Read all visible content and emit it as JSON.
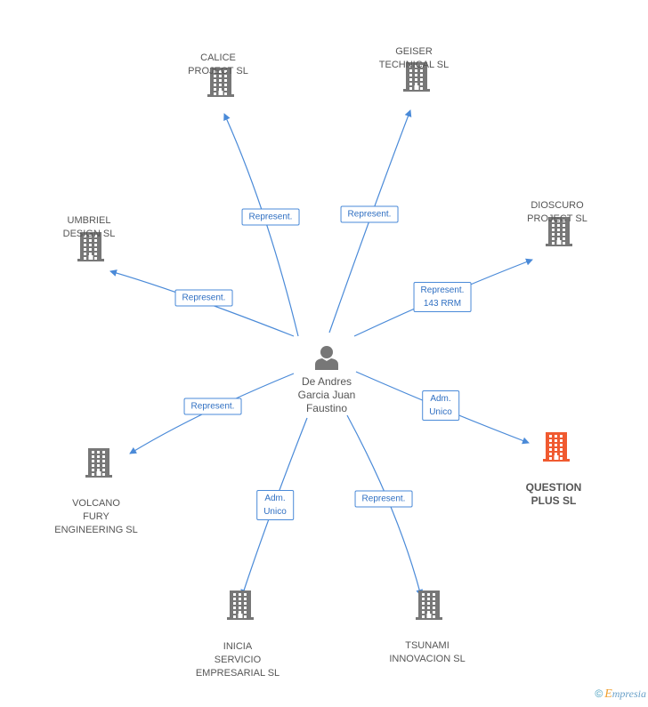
{
  "colors": {
    "edge": "#4a8ad8",
    "building": "#777777",
    "highlight": "#f05a30",
    "person": "#777777"
  },
  "center": {
    "name": "De Andres\nGarcia Juan\nFaustino",
    "icon": "person-icon"
  },
  "companies": [
    {
      "id": "calice",
      "name": "CALICE\nPROJECT SL",
      "icon": "building-icon",
      "highlight": false
    },
    {
      "id": "geiser",
      "name": "GEISER\nTECHNICAL SL",
      "icon": "building-icon",
      "highlight": false
    },
    {
      "id": "dioscuro",
      "name": "DIOSCURO\nPROJECT SL",
      "icon": "building-icon",
      "highlight": false
    },
    {
      "id": "umbriel",
      "name": "UMBRIEL\nDESIGN SL",
      "icon": "building-icon",
      "highlight": false
    },
    {
      "id": "question",
      "name": "QUESTION\nPLUS SL",
      "icon": "building-icon",
      "highlight": true
    },
    {
      "id": "volcano",
      "name": "VOLCANO\nFURY\nENGINEERING SL",
      "icon": "building-icon",
      "highlight": false
    },
    {
      "id": "inicia",
      "name": "INICIA\nSERVICIO\nEMPRESARIAL SL",
      "icon": "building-icon",
      "highlight": false
    },
    {
      "id": "tsunami",
      "name": "TSUNAMI\nINNOVACION SL",
      "icon": "building-icon",
      "highlight": false
    }
  ],
  "relations": [
    {
      "to": "calice",
      "label": "Represent."
    },
    {
      "to": "geiser",
      "label": "Represent."
    },
    {
      "to": "dioscuro",
      "label": "Represent.\n143 RRM"
    },
    {
      "to": "umbriel",
      "label": "Represent."
    },
    {
      "to": "question",
      "label": "Adm.\nUnico"
    },
    {
      "to": "volcano",
      "label": "Represent."
    },
    {
      "to": "inicia",
      "label": "Adm.\nUnico"
    },
    {
      "to": "tsunami",
      "label": "Represent."
    }
  ],
  "footer": {
    "copyright": "©",
    "brand_initial": "E",
    "brand_rest": "mpresia"
  }
}
